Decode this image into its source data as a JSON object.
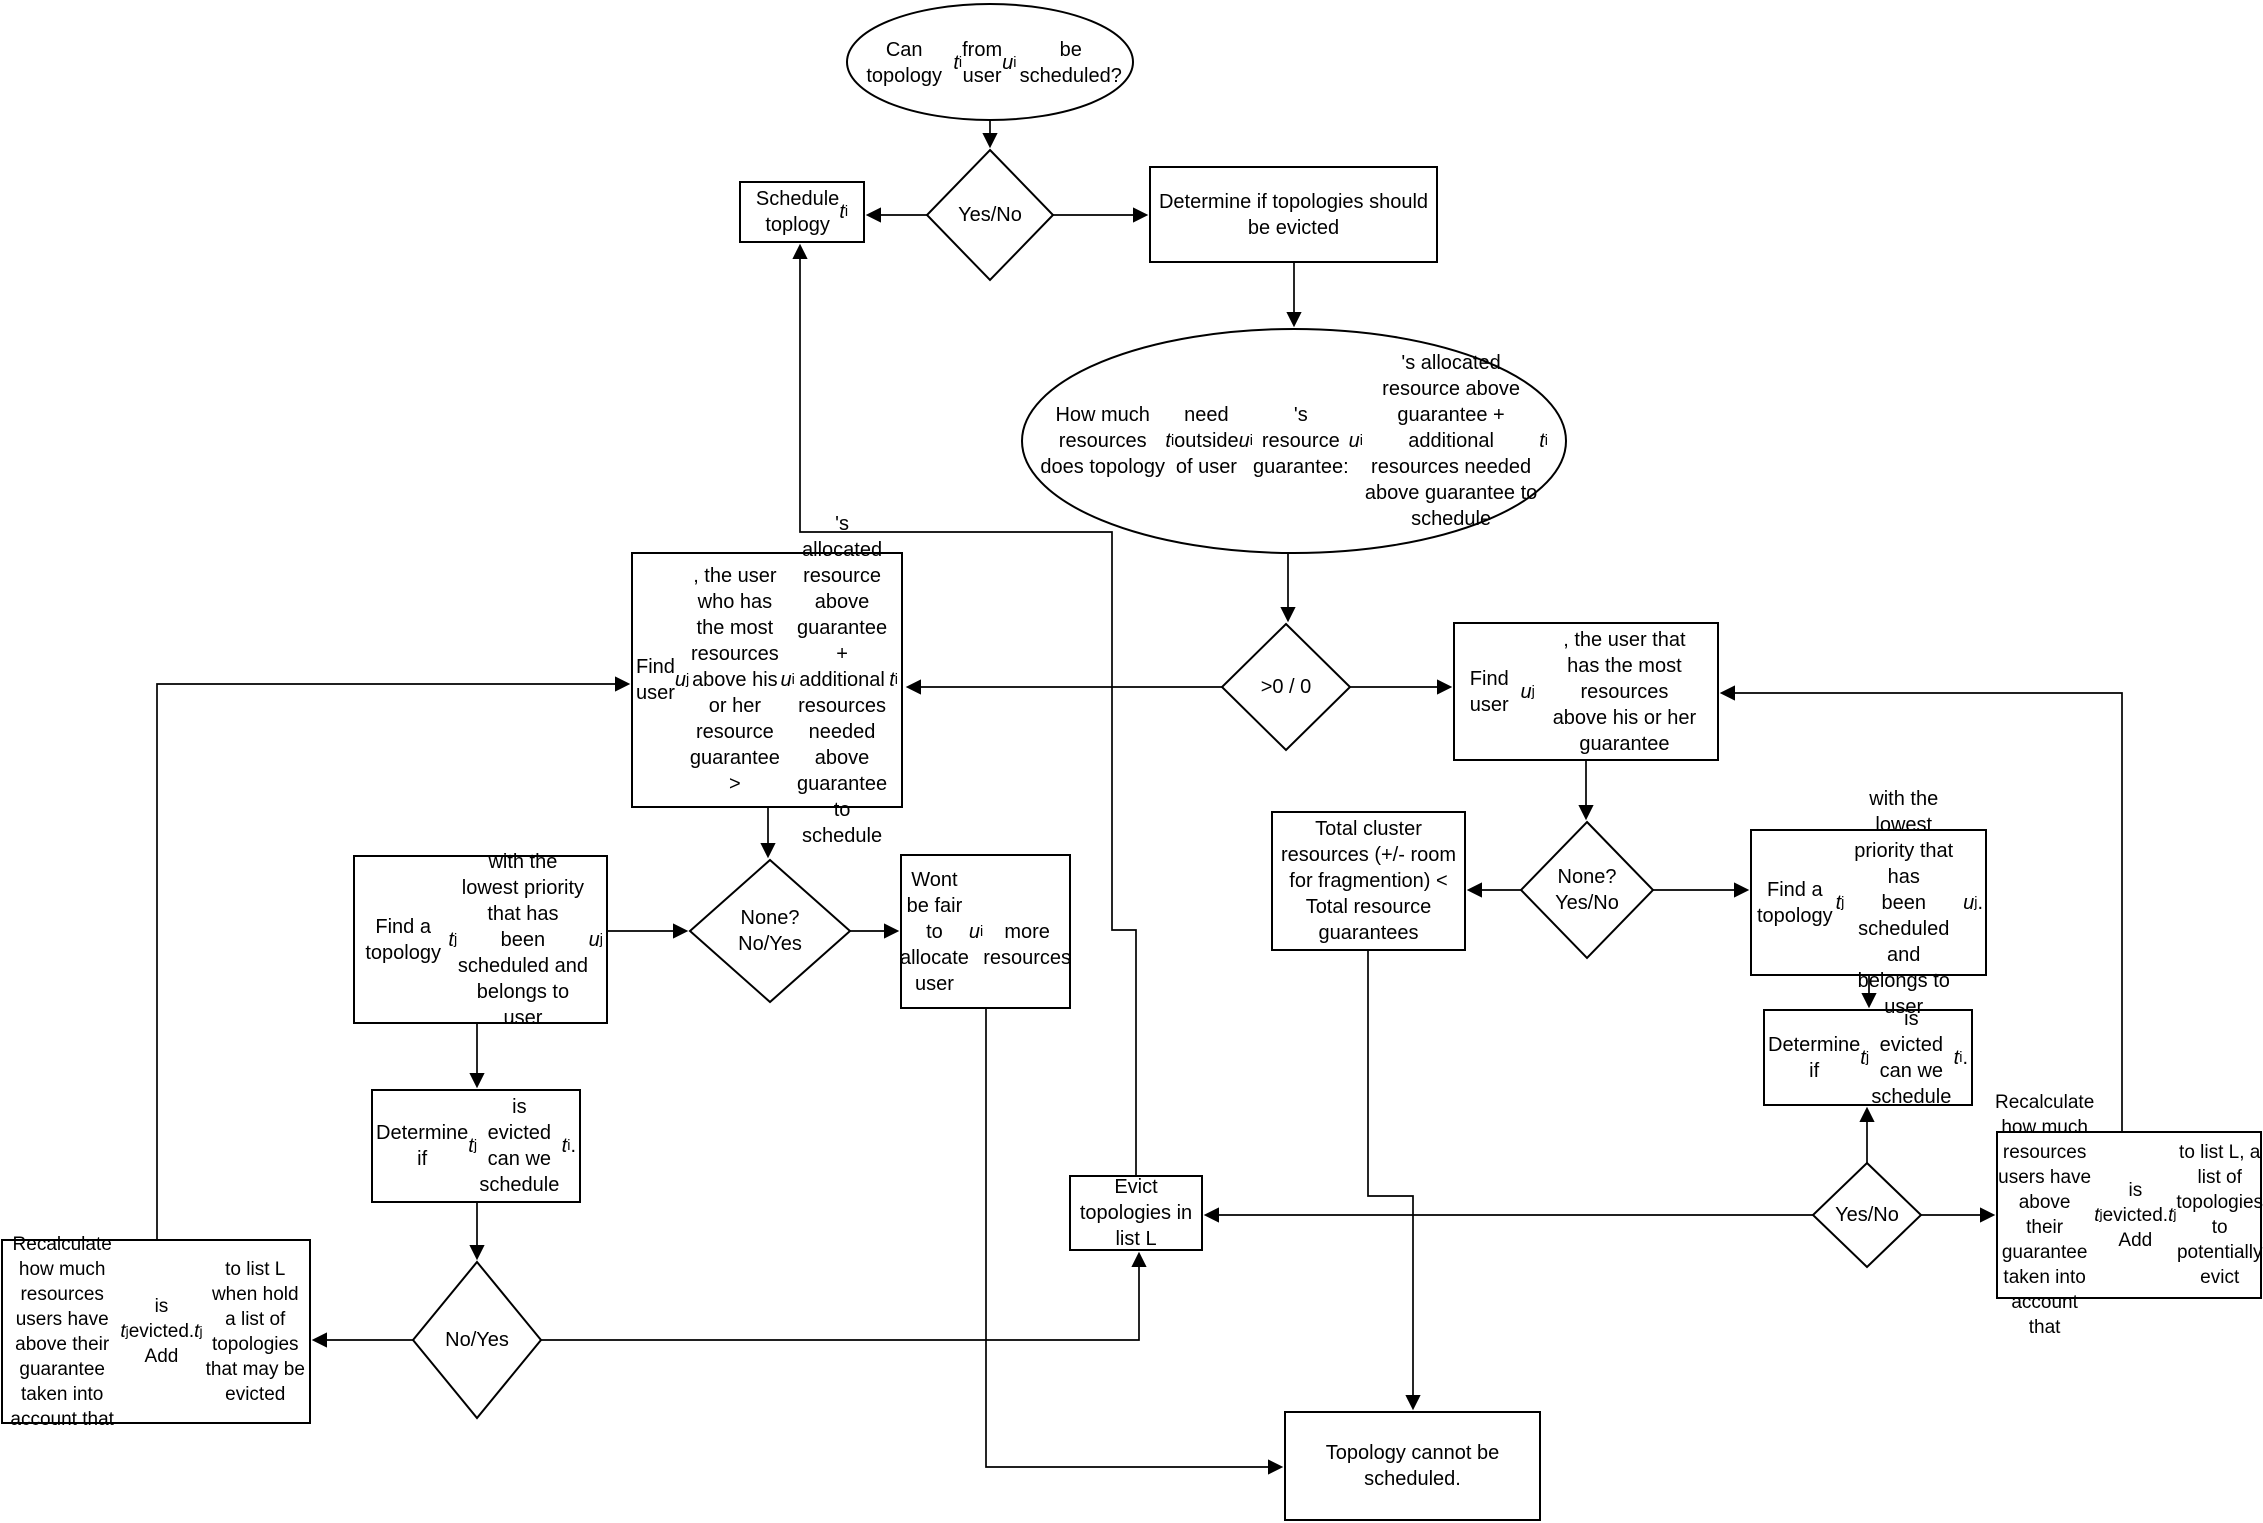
{
  "colors": {
    "line": "#000000",
    "shape_fill": "#ffffff",
    "text": "#000000",
    "background": "#ffffff"
  },
  "nodes": {
    "start": {
      "shape": "ellipse",
      "label": "Can topology {t_i} from\nuser {u_i} be scheduled?"
    },
    "decision_can_schedule": {
      "shape": "diamond",
      "label": "Yes/No"
    },
    "schedule": {
      "shape": "rect",
      "label": "Schedule\ntoplogy {t_i}"
    },
    "determine_evict": {
      "shape": "rect",
      "label": "Determine if topologies should\nbe evicted"
    },
    "resources_outside": {
      "shape": "ellipse",
      "label": "How much resources does topology {t_i}  need outside\nof user {u_i}'s resource guarantee:\n{u_i}'s allocated resource above guarantee + additional\nresources needed above guarantee to schedule {t_i}"
    },
    "decision_gt0": {
      "shape": "diamond",
      "label": ">0 / 0"
    },
    "find_user_left": {
      "shape": "rect",
      "label": "Find user {u_j}, the user\nwho has the most  resources\nabove his or her resource\nguarantee\n> {u_i}'s allocated resource\nabove guarantee + additional\nresources needed above\nguarantee to schedule {t_i}"
    },
    "find_user_right": {
      "shape": "rect",
      "label": "Find user {u_j}, the user that\nhas the most resources\nabove his or her guarantee"
    },
    "decision_none_right": {
      "shape": "diamond",
      "label": "None?\nYes/No"
    },
    "total_cluster": {
      "shape": "rect",
      "label": "Total cluster\nresources (+/- room\nfor fragmention) <\nTotal resource\nguarantees"
    },
    "find_topo_right": {
      "shape": "rect",
      "label": "Find a topology {t_j} with the\nlowest priority that has\nbeen scheduled and\nbelongs to user {u_j}."
    },
    "determine_right": {
      "shape": "rect",
      "label": "Determine if {t_j} is\nevicted can we\nschedule {t_i} ."
    },
    "decision_yesno_right": {
      "shape": "diamond",
      "label": "Yes/No"
    },
    "recalc_right": {
      "shape": "rect",
      "label": "Recalculate how much\nresources users have above\ntheir guarantee taken into\naccount that {t_j} is evicted.\nAdd {t_j} to list L, a list of\ntopologies to potentially evict"
    },
    "evict": {
      "shape": "rect",
      "label": "Evict\ntopologies in\nlist L"
    },
    "wont_fair": {
      "shape": "rect",
      "label": "Wont be fair to\nallocate user {u_i}\nmore resources"
    },
    "decision_none_left": {
      "shape": "diamond",
      "label": "None?\nNo/Yes"
    },
    "find_topo_left": {
      "shape": "rect",
      "label": "Find a topology {t_j} with the\nlowest priority that has\nbeen scheduled and\nbelongs to user {u_j}"
    },
    "determine_left": {
      "shape": "rect",
      "label": "Determine if {t_j} is\nevicted can we\nschedule {t_i} ."
    },
    "decision_noyes_left": {
      "shape": "diamond",
      "label": "No/Yes"
    },
    "recalc_left": {
      "shape": "rect",
      "label": "Recalculate how much resources\nusers have above their guarantee\ntaken into account that {t_j} is\nevicted. Add {t_j} to list L when hold\na list of topologies that may be\nevicted"
    },
    "topo_cannot": {
      "shape": "rect",
      "label": "Topology cannot be\nscheduled."
    }
  }
}
